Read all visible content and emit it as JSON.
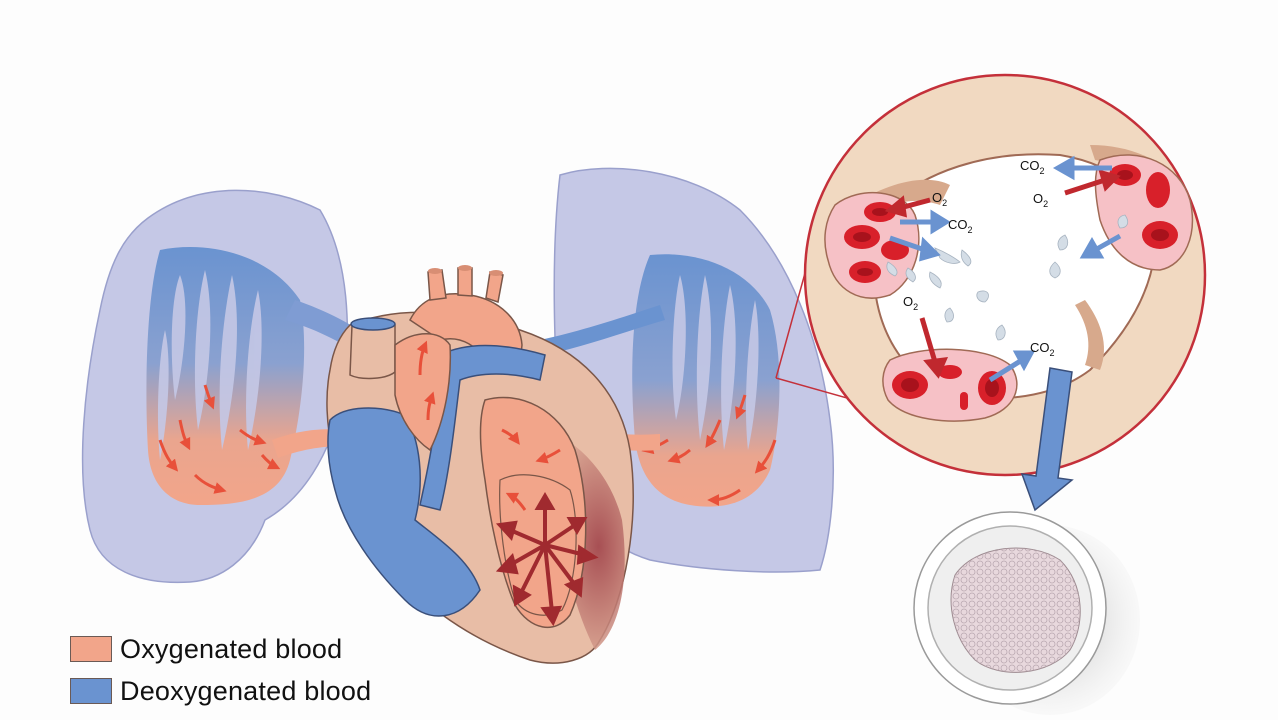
{
  "legend": {
    "items": [
      {
        "label": "Oxygenated blood",
        "color": "#f2a58a"
      },
      {
        "label": "Deoxygenated blood",
        "color": "#6a93d0"
      }
    ]
  },
  "gas_labels": {
    "co2_top": {
      "main": "CO",
      "sub": "2"
    },
    "o2_right": {
      "main": "O",
      "sub": "2"
    },
    "o2_left": {
      "main": "O",
      "sub": "2"
    },
    "co2_left": {
      "main": "CO",
      "sub": "2"
    },
    "o2_bottom": {
      "main": "O",
      "sub": "2"
    },
    "co2_bottom": {
      "main": "CO",
      "sub": "2"
    }
  },
  "colors": {
    "lung_fill": "#c5c8e6",
    "oxygenated": "#f2a58a",
    "deoxygenated": "#6a93d0",
    "red_cell": "#d8202a",
    "arrow_red": "#c0282e",
    "arrow_blue": "#6a93d0",
    "zoom_circle_border": "#c4303a"
  }
}
